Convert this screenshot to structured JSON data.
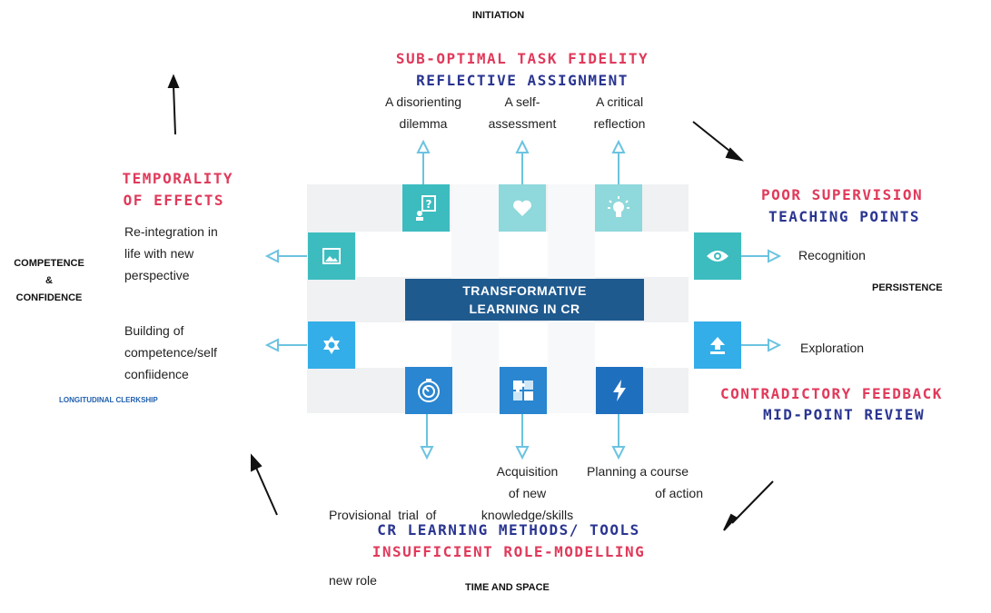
{
  "corners": {
    "top": "INITIATION",
    "left_line1": "COMPETENCE",
    "left_line2": "&",
    "left_line3": "CONFIDENCE",
    "right": "PERSISTENCE",
    "bottom": "TIME AND SPACE",
    "note": "LONGITUDINAL CLERKSHIP"
  },
  "headings": {
    "top_red": "SUB-OPTIMAL TASK FIDELITY",
    "top_navy": "REFLECTIVE ASSIGNMENT",
    "left_red_1": "TEMPORALITY",
    "left_red_2": "OF EFFECTS",
    "right_red": "POOR SUPERVISION",
    "right_navy": "TEACHING POINTS",
    "right_bottom_red": "CONTRADICTORY FEEDBACK",
    "right_bottom_navy": "MID-POINT REVIEW",
    "bottom_navy": "CR LEARNING METHODS/ TOOLS",
    "bottom_red": "INSUFFICIENT ROLE-MODELLING"
  },
  "center": {
    "line1": "TRANSFORMATIVE",
    "line2": "LEARNING IN CR"
  },
  "steps": {
    "top": [
      {
        "line1": "A disorienting",
        "line2": "dilemma"
      },
      {
        "line1": "A self-",
        "line2": "assessment"
      },
      {
        "line1": "A critical",
        "line2": "reflection"
      }
    ],
    "right": [
      "Recognition",
      "Exploration"
    ],
    "left": [
      {
        "line1": "Re-integration in",
        "line2": "life with new",
        "line3": "perspective"
      },
      {
        "line1": "Building of",
        "line2": "competence/self",
        "line3": "confiidence"
      }
    ],
    "bottom": [
      {
        "line1": "Provisional  trial  of",
        "line2": "new role"
      },
      {
        "line1": "Acquisition",
        "line2": "of new",
        "line3": "knowledge/skills"
      },
      {
        "line1": "Planning a course",
        "line2": "of action"
      }
    ]
  },
  "icons": {
    "top": [
      "question-person-icon",
      "heart-icon",
      "lightbulb-icon"
    ],
    "right": [
      "eye-icon",
      "upload-icon"
    ],
    "left": [
      "image-icon",
      "gear-icon"
    ],
    "bottom": [
      "stopwatch-icon",
      "puzzle-icon",
      "lightning-icon"
    ]
  },
  "colors": {
    "red": "#e03a5b",
    "navy": "#2a3591",
    "center_box": "#1f5a8f",
    "teal": "#3cbcbf",
    "light_teal": "#8fd8dc",
    "sky_blue": "#33aee8",
    "mid_blue": "#2a86d0",
    "connector": "#6cc3e0"
  }
}
